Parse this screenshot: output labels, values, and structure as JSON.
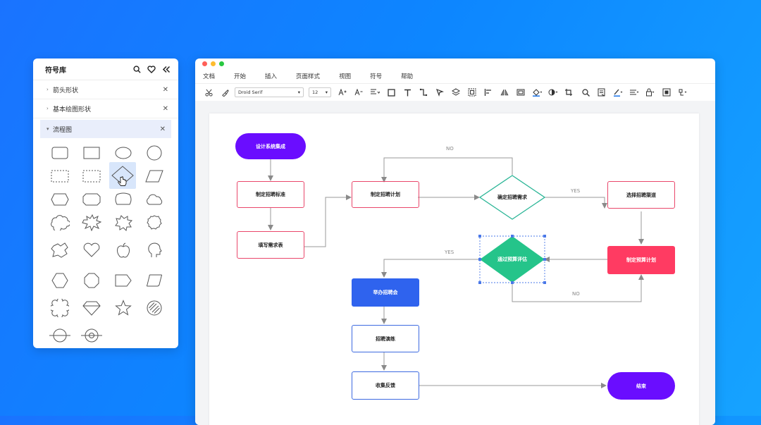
{
  "library": {
    "title": "符号库",
    "categories": [
      {
        "label": "箭头形状",
        "expanded": false
      },
      {
        "label": "基本绘图形状",
        "expanded": false
      },
      {
        "label": "流程图",
        "expanded": true
      }
    ],
    "close_glyph": "✕"
  },
  "window": {
    "traffic_lights": [
      "#ff5f57",
      "#febc2e",
      "#28c840"
    ],
    "menu": [
      "文档",
      "开始",
      "插入",
      "页面样式",
      "视图",
      "符号",
      "帮助"
    ],
    "font_family_value": "Droid Serif",
    "font_size_value": "12"
  },
  "flowchart": {
    "nodes": {
      "start": "设计系统集成",
      "standard": "制定招聘标准",
      "form": "填写需求表",
      "plan": "制定招聘计划",
      "confirm": "确定招聘需求",
      "channel": "选择招聘渠道",
      "budget": "制定预算计划",
      "review": "通过预算评估",
      "fair": "举办招聘会",
      "drill": "招聘演练",
      "feedback": "收集反馈",
      "end": "结束"
    },
    "labels": {
      "no_top": "NO",
      "yes_right": "YES",
      "yes_left": "YES",
      "no_bottom": "NO"
    }
  },
  "colors": {
    "purple": "#6a0dff",
    "pink_border": "#e9476b",
    "teal": "#2ab596",
    "green_fill": "#25c48a",
    "red_fill": "#ff3b62",
    "blue_fill": "#2f63ee",
    "blue_border": "#3d6ae0"
  }
}
